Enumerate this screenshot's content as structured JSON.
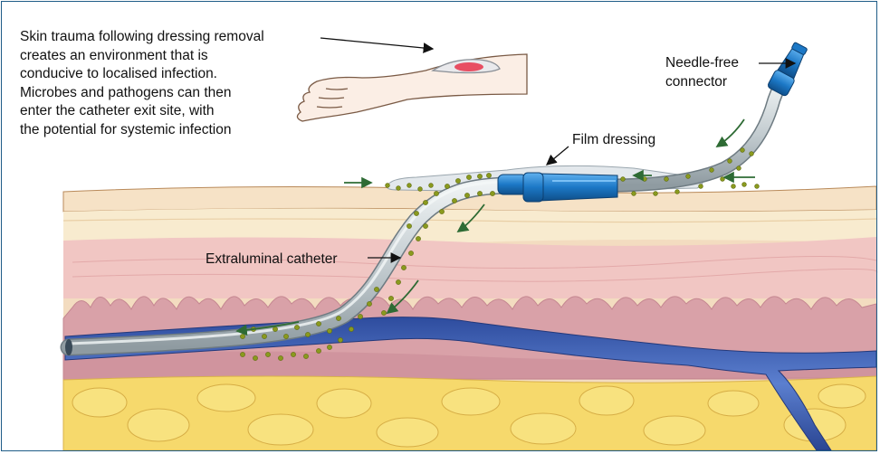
{
  "annotations": {
    "skin_trauma": [
      "Skin trauma following dressing removal",
      "creates an environment that is",
      "conducive to localised infection.",
      "Microbes and pathogens can then",
      "enter the catheter exit site, with",
      "the potential for systemic infection"
    ],
    "needle_free_connector": [
      "Needle-free",
      "connector"
    ],
    "film_dressing": "Film dressing",
    "extraluminal_catheter": "Extraluminal catheter"
  },
  "colors": {
    "border": "#1f5c87",
    "skin_surface": "#f3dcc0",
    "dermis": "#f7e5c6",
    "muscle": "#f1c2c0",
    "deep_tissue": "#d99aa3",
    "fat": "#f5d768",
    "vein": "#3f5fb0",
    "catheter": "#c9d2d6",
    "connector": "#1c78c6",
    "microbes": "#8a9a1e",
    "flow_arrows": "#2e6b34"
  }
}
